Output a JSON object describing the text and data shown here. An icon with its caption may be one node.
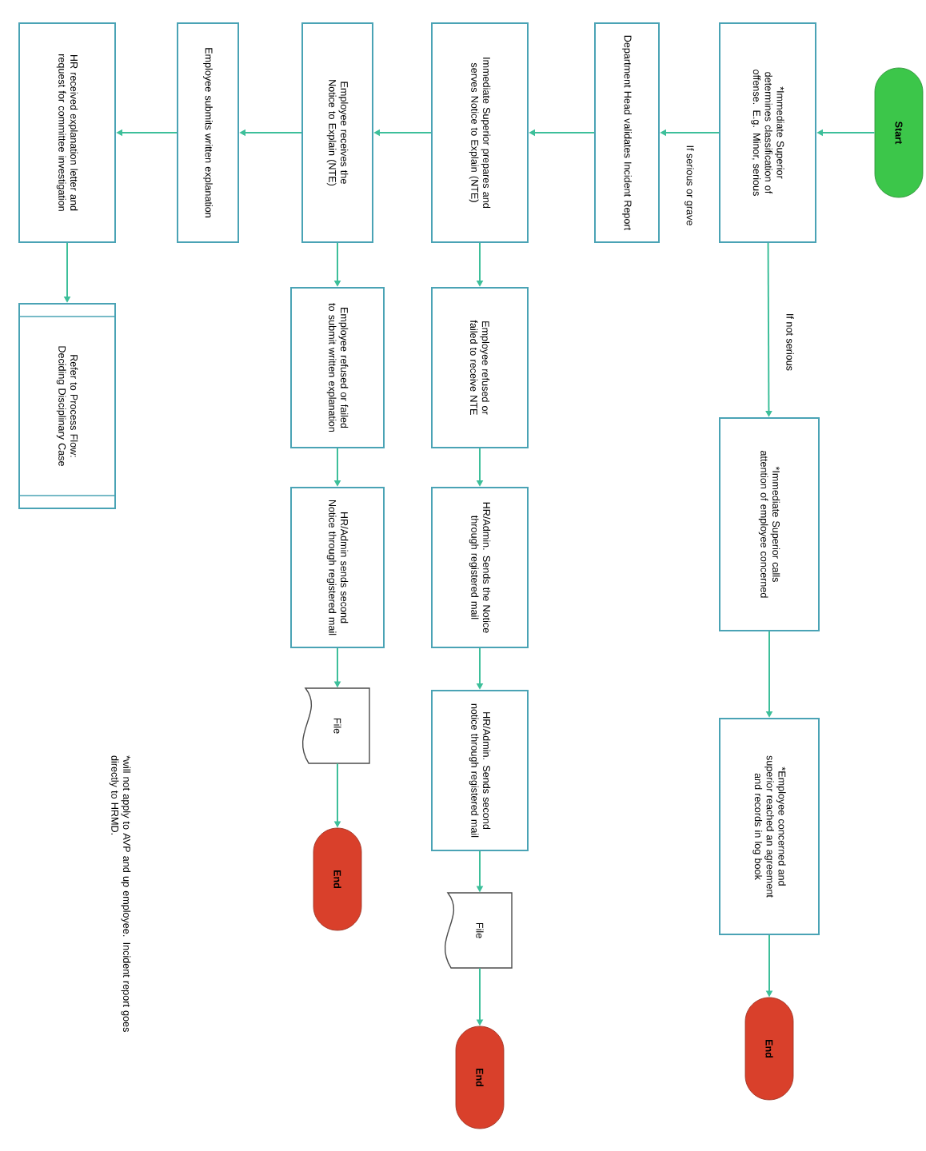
{
  "diagram": {
    "nodes": [
      {
        "text": [
          "Start"
        ]
      },
      {
        "text": [
          "*Immediate Superior determines classification of offense. E.g. Minor, serious"
        ]
      },
      {
        "text": [
          "Department Head validates Incident Report"
        ]
      },
      {
        "text": [
          "Immediate Superior prepares and serves Notice to Explain (NTE)"
        ]
      },
      {
        "text": [
          "Employee receives the Notice to Explain (NTE)"
        ]
      },
      {
        "text": [
          "Employee submits written explanation"
        ]
      },
      {
        "text": [
          "HR received explanation letter and request for committee investigation"
        ]
      },
      {
        "text": [
          "Refer to Process Flow: Deciding Disciplinary Case"
        ]
      },
      {
        "text": [
          "*Immediate Superior calls attention of employee concerned"
        ]
      },
      {
        "text": [
          "*Employee concerned and superior reached an agreement and records in log book"
        ]
      },
      {
        "text": [
          "End"
        ]
      },
      {
        "text": [
          "Employee refused or failed to receive NTE"
        ]
      },
      {
        "text": [
          "HR/Admin. Sends the Notice through registered mail"
        ]
      },
      {
        "text": [
          "HR/Admin. Sends second notice through registered mail"
        ]
      },
      {
        "text": [
          "File"
        ]
      },
      {
        "text": [
          "End"
        ]
      },
      {
        "text": [
          "Employee refused or failed to submit written explanation"
        ]
      },
      {
        "text": [
          "HR/Admin sends second Notice through registered mail"
        ]
      },
      {
        "text": [
          "File"
        ]
      },
      {
        "text": [
          "End"
        ]
      }
    ],
    "edges": [
      {
        "from": 0,
        "to": 1,
        "arrow": "to"
      },
      {
        "from": 1,
        "to": 2,
        "arrow": "to",
        "label": "If serious or grave"
      },
      {
        "from": 2,
        "to": 3,
        "arrow": "to"
      },
      {
        "from": 3,
        "to": 4,
        "arrow": "to"
      },
      {
        "from": 4,
        "to": 5,
        "arrow": "to"
      },
      {
        "from": 5,
        "to": 6,
        "arrow": "to"
      },
      {
        "from": 6,
        "to": 7,
        "arrow": "to"
      },
      {
        "from": 1,
        "to": 8,
        "arrow": "to",
        "label": "If not serious"
      },
      {
        "from": 8,
        "to": 9,
        "arrow": "to"
      },
      {
        "from": 9,
        "to": 10,
        "arrow": "to"
      },
      {
        "from": 3,
        "to": 11,
        "arrow": "to"
      },
      {
        "from": 11,
        "to": 12,
        "arrow": "to"
      },
      {
        "from": 12,
        "to": 13,
        "arrow": "to"
      },
      {
        "from": 13,
        "to": 14,
        "arrow": "to"
      },
      {
        "from": 14,
        "to": 15,
        "arrow": "to"
      },
      {
        "from": 4,
        "to": 16,
        "arrow": "to"
      },
      {
        "from": 16,
        "to": 17,
        "arrow": "to"
      },
      {
        "from": 17,
        "to": 18,
        "arrow": "to"
      },
      {
        "from": 18,
        "to": 19,
        "arrow": "to"
      }
    ],
    "labels": [
      "*will not apply to AVP and up employee. Incident report goes directly to HRMD."
    ]
  }
}
